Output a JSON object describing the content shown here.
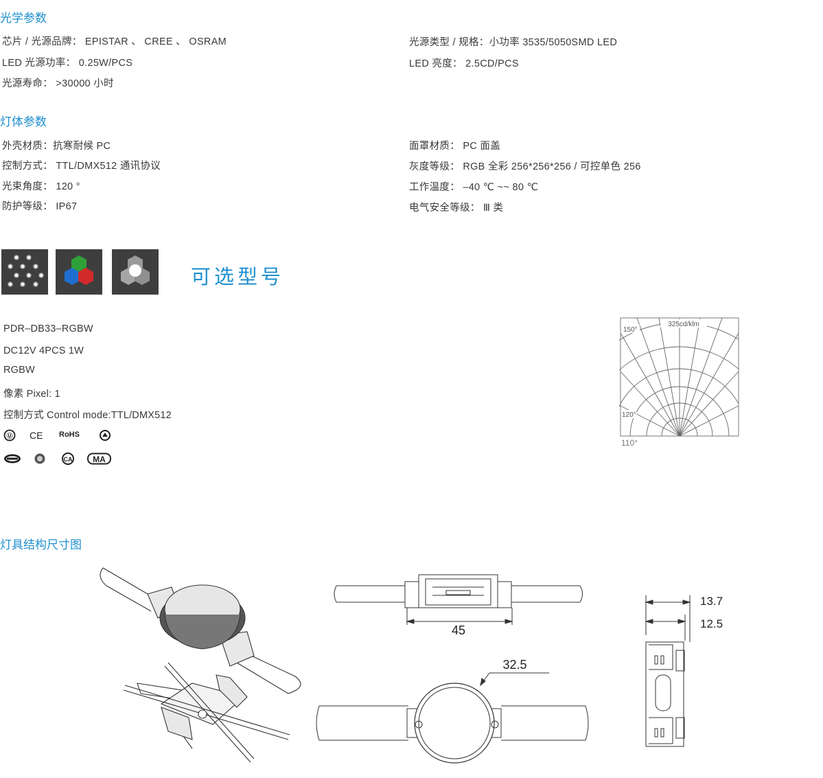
{
  "optical": {
    "title": "光学参数",
    "left": [
      "芯片 / 光源品牌： EPISTAR 、 CREE 、 OSRAM",
      "LED 光源功率： 0.25W/PCS",
      "光源寿命： >30000 小时"
    ],
    "right": [
      "光源类型 / 规格：小功率  3535/5050SMD LED",
      "LED 亮度： 2.5CD/PCS"
    ]
  },
  "body_params": {
    "title": "灯体参数",
    "left": [
      "外壳材质：抗寒耐候 PC",
      "控制方式： TTL/DMX512 通讯协议",
      "光束角度： 120 °",
      "防护等级： IP67"
    ],
    "right": [
      "面罩材质： PC 面盖",
      "灰度等级： RGB 全彩 256*256*256 / 可控单色 256",
      "工作温度： –40 ℃ ~~ 80 ℃",
      "电气安全等级： Ⅲ 类"
    ]
  },
  "options": {
    "title": "可选型号",
    "tiles": [
      {
        "icon": "led-dots-icon"
      },
      {
        "icon": "rgb-hexagons-icon",
        "colors": [
          "#2fa03a",
          "#1f6fd1",
          "#d22a2a"
        ]
      },
      {
        "icon": "white-hexagons-icon"
      }
    ]
  },
  "model": {
    "lines": [
      "PDR–DB33–RGBW",
      "DC12V  4PCS   1W",
      "RGBW",
      "像素 Pixel: 1",
      "控制方式 Control mode:TTL/DMX512"
    ],
    "certs_row1": [
      "UL",
      "CE",
      "RoHS",
      "recycle"
    ],
    "certs_row1_text": [
      "Ⓤ",
      "CE",
      "RoHS"
    ],
    "certs_row2": [
      "ENEC",
      "seal",
      "CA",
      "MA"
    ],
    "certs_row2_text": [
      "CA",
      "MA"
    ]
  },
  "polar_chart": {
    "unit_label": "325cd/klm",
    "angle_label_top": "150°",
    "angle_label_mid": "120°",
    "angle_label_bottom": "110°"
  },
  "structure": {
    "title": "灯具结构尺寸图",
    "dim_width": "45",
    "dim_diameter": "32.5",
    "dim_height_total": "13.7",
    "dim_height_body": "12.5"
  }
}
